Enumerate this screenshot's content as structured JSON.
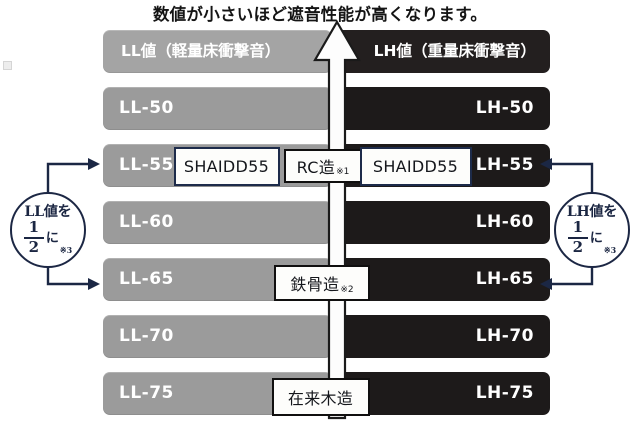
{
  "title": "数値が小さいほど遮音性能が高くなります。",
  "legend": {
    "left_header": "LL値（軽量床衝撃音）",
    "right_header": "LH値（重量床衝撃音）"
  },
  "colors": {
    "left_bar": "#9b9b9b",
    "left_bar_header": "#a4a4a4",
    "right_bar": "#1d1a1a",
    "right_bar_header": "#231f1f",
    "callout_navy": "#1c2744",
    "tag_navy_border": "#1d2b4a",
    "tag_black_border": "#100f0f",
    "label_text": "#ffffff",
    "title_text": "#141414"
  },
  "rows": [
    {
      "left": "LL値（軽量床衝撃音）",
      "right": "LH値（重量床衝撃音）",
      "header": true
    },
    {
      "left": "LL-50",
      "right": "LH-50",
      "header": false
    },
    {
      "left": "LL-55",
      "right": "LH-55",
      "header": false
    },
    {
      "left": "LL-60",
      "right": "LH-60",
      "header": false
    },
    {
      "left": "LL-65",
      "right": "LH-65",
      "header": false
    },
    {
      "left": "LL-70",
      "right": "LH-70",
      "header": false
    },
    {
      "left": "LL-75",
      "right": "LH-75",
      "header": false
    }
  ],
  "tags": [
    {
      "name": "shaidd55-left",
      "label": "SHAIDD55",
      "note": ""
    },
    {
      "name": "rc-construction",
      "label": "RC造",
      "note": "※1"
    },
    {
      "name": "shaidd55-right",
      "label": "SHAIDD55",
      "note": ""
    },
    {
      "name": "steel-frame-construction",
      "label": "鉄骨造",
      "note": "※2"
    },
    {
      "name": "wood-construction",
      "label": "在来木造",
      "note": ""
    }
  ],
  "callouts": {
    "left": {
      "top": "LL値を",
      "numerator": "1",
      "denominator": "2",
      "suffix": "に",
      "note": "※3"
    },
    "right": {
      "top": "LH値を",
      "numerator": "1",
      "denominator": "2",
      "suffix": "に",
      "note": "※3"
    }
  },
  "center_arrow": {
    "name": "performance-direction-arrow",
    "direction": "up"
  }
}
